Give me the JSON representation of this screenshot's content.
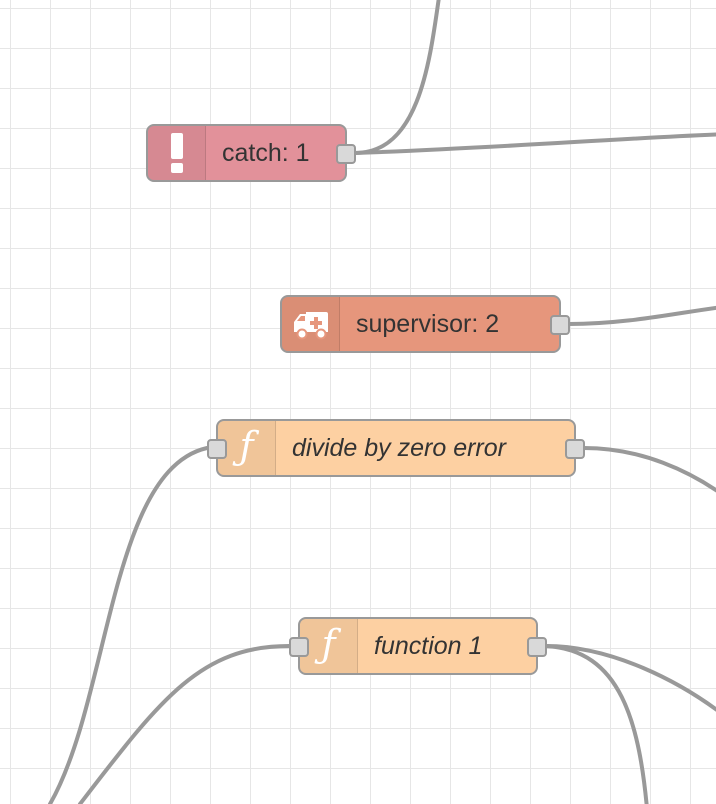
{
  "canvas": {
    "grid_color": "#e6e6e6",
    "wire_color": "#999999"
  },
  "nodes": [
    {
      "id": "catch",
      "label": "catch: 1",
      "icon": "exclamation-icon",
      "color": "#e2919a",
      "italic": false
    },
    {
      "id": "supervisor",
      "label": "supervisor: 2",
      "icon": "ambulance-icon",
      "color": "#e6967c",
      "italic": false
    },
    {
      "id": "divide",
      "label": "divide by zero error",
      "icon": "function-icon",
      "color": "#fdd0a2",
      "italic": true
    },
    {
      "id": "function",
      "label": "function 1",
      "icon": "function-icon",
      "color": "#fdd0a2",
      "italic": true
    }
  ]
}
